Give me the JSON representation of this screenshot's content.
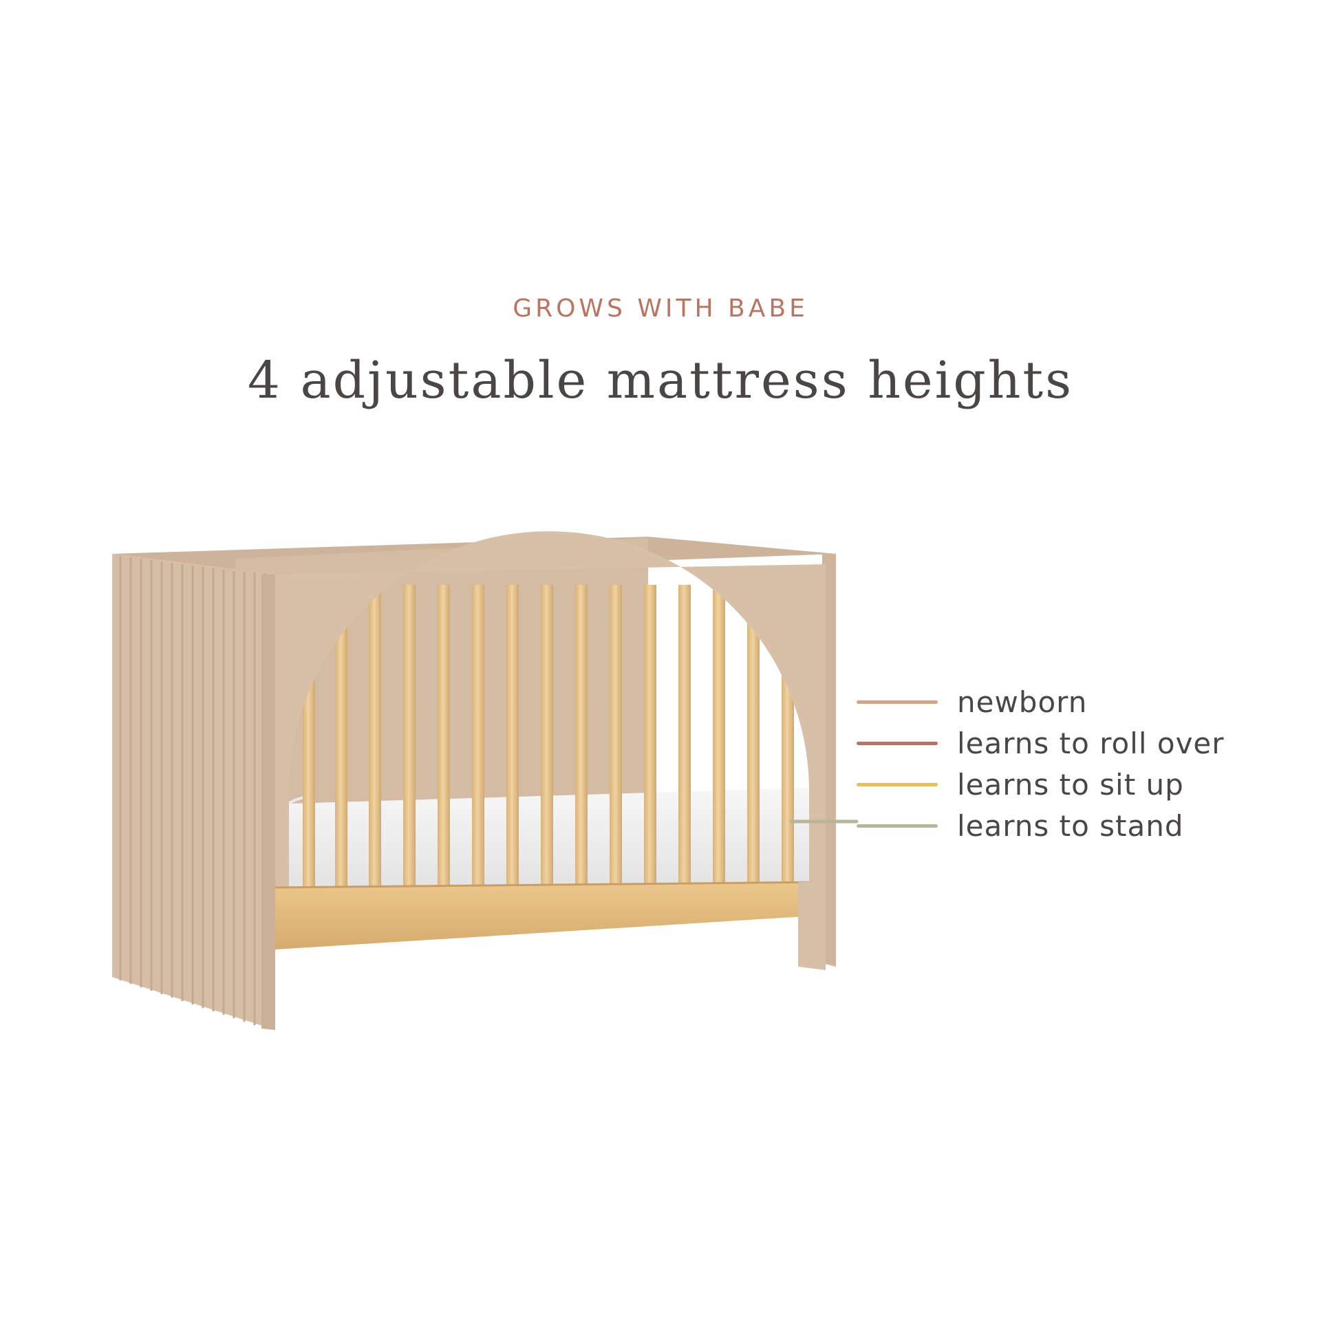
{
  "header": {
    "eyebrow": "GROWS WITH BABE",
    "title": "4 adjustable mattress heights"
  },
  "legend": {
    "items": [
      {
        "label": "newborn",
        "color": "#d9a08a"
      },
      {
        "label": "learns to roll over",
        "color": "#b07365"
      },
      {
        "label": "learns to sit up",
        "color": "#e3bc6c"
      },
      {
        "label": "learns to stand",
        "color": "#b9b59d"
      }
    ]
  },
  "colors": {
    "crib_panel": "#d8c0a8",
    "crib_panel_shadow": "#c9ae95",
    "crib_wood": "#e8c891",
    "mattress": "#f3f3f3"
  }
}
